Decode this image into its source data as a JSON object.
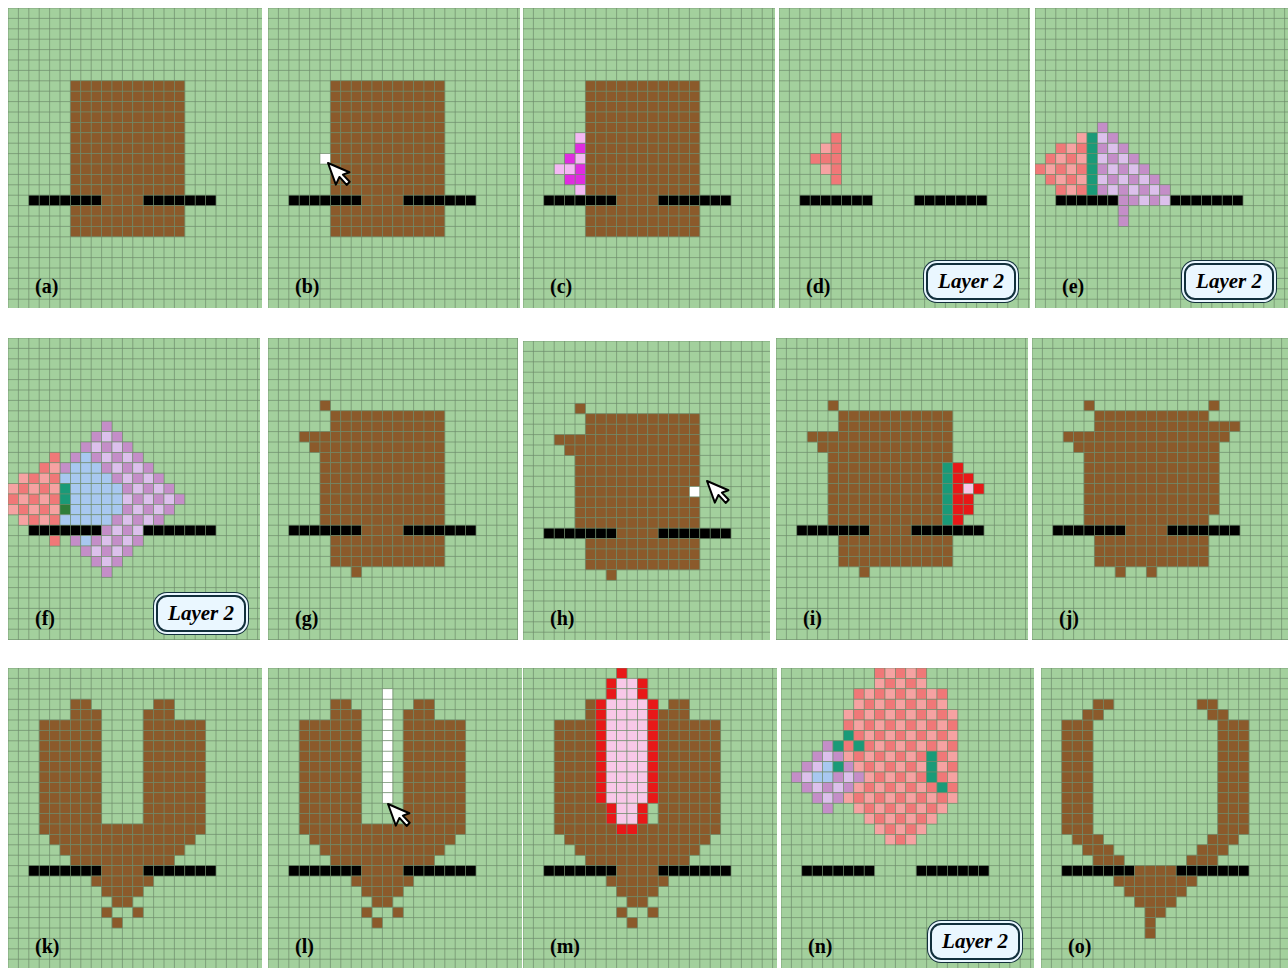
{
  "diagram": {
    "nodes": [
      {
        "text": [
          "Layer 2"
        ]
      },
      {
        "text": [
          "Layer 2"
        ]
      },
      {
        "text": [
          "Layer 2"
        ]
      },
      {
        "text": [
          "Layer 2"
        ]
      }
    ],
    "labels": [
      "(a)",
      "(b)",
      "(c)",
      "(d)",
      "(e)",
      "(f)",
      "(g)",
      "(h)",
      "(i)",
      "(j)",
      "(k)",
      "(l)",
      "(m)",
      "(n)",
      "(o)"
    ]
  }
}
